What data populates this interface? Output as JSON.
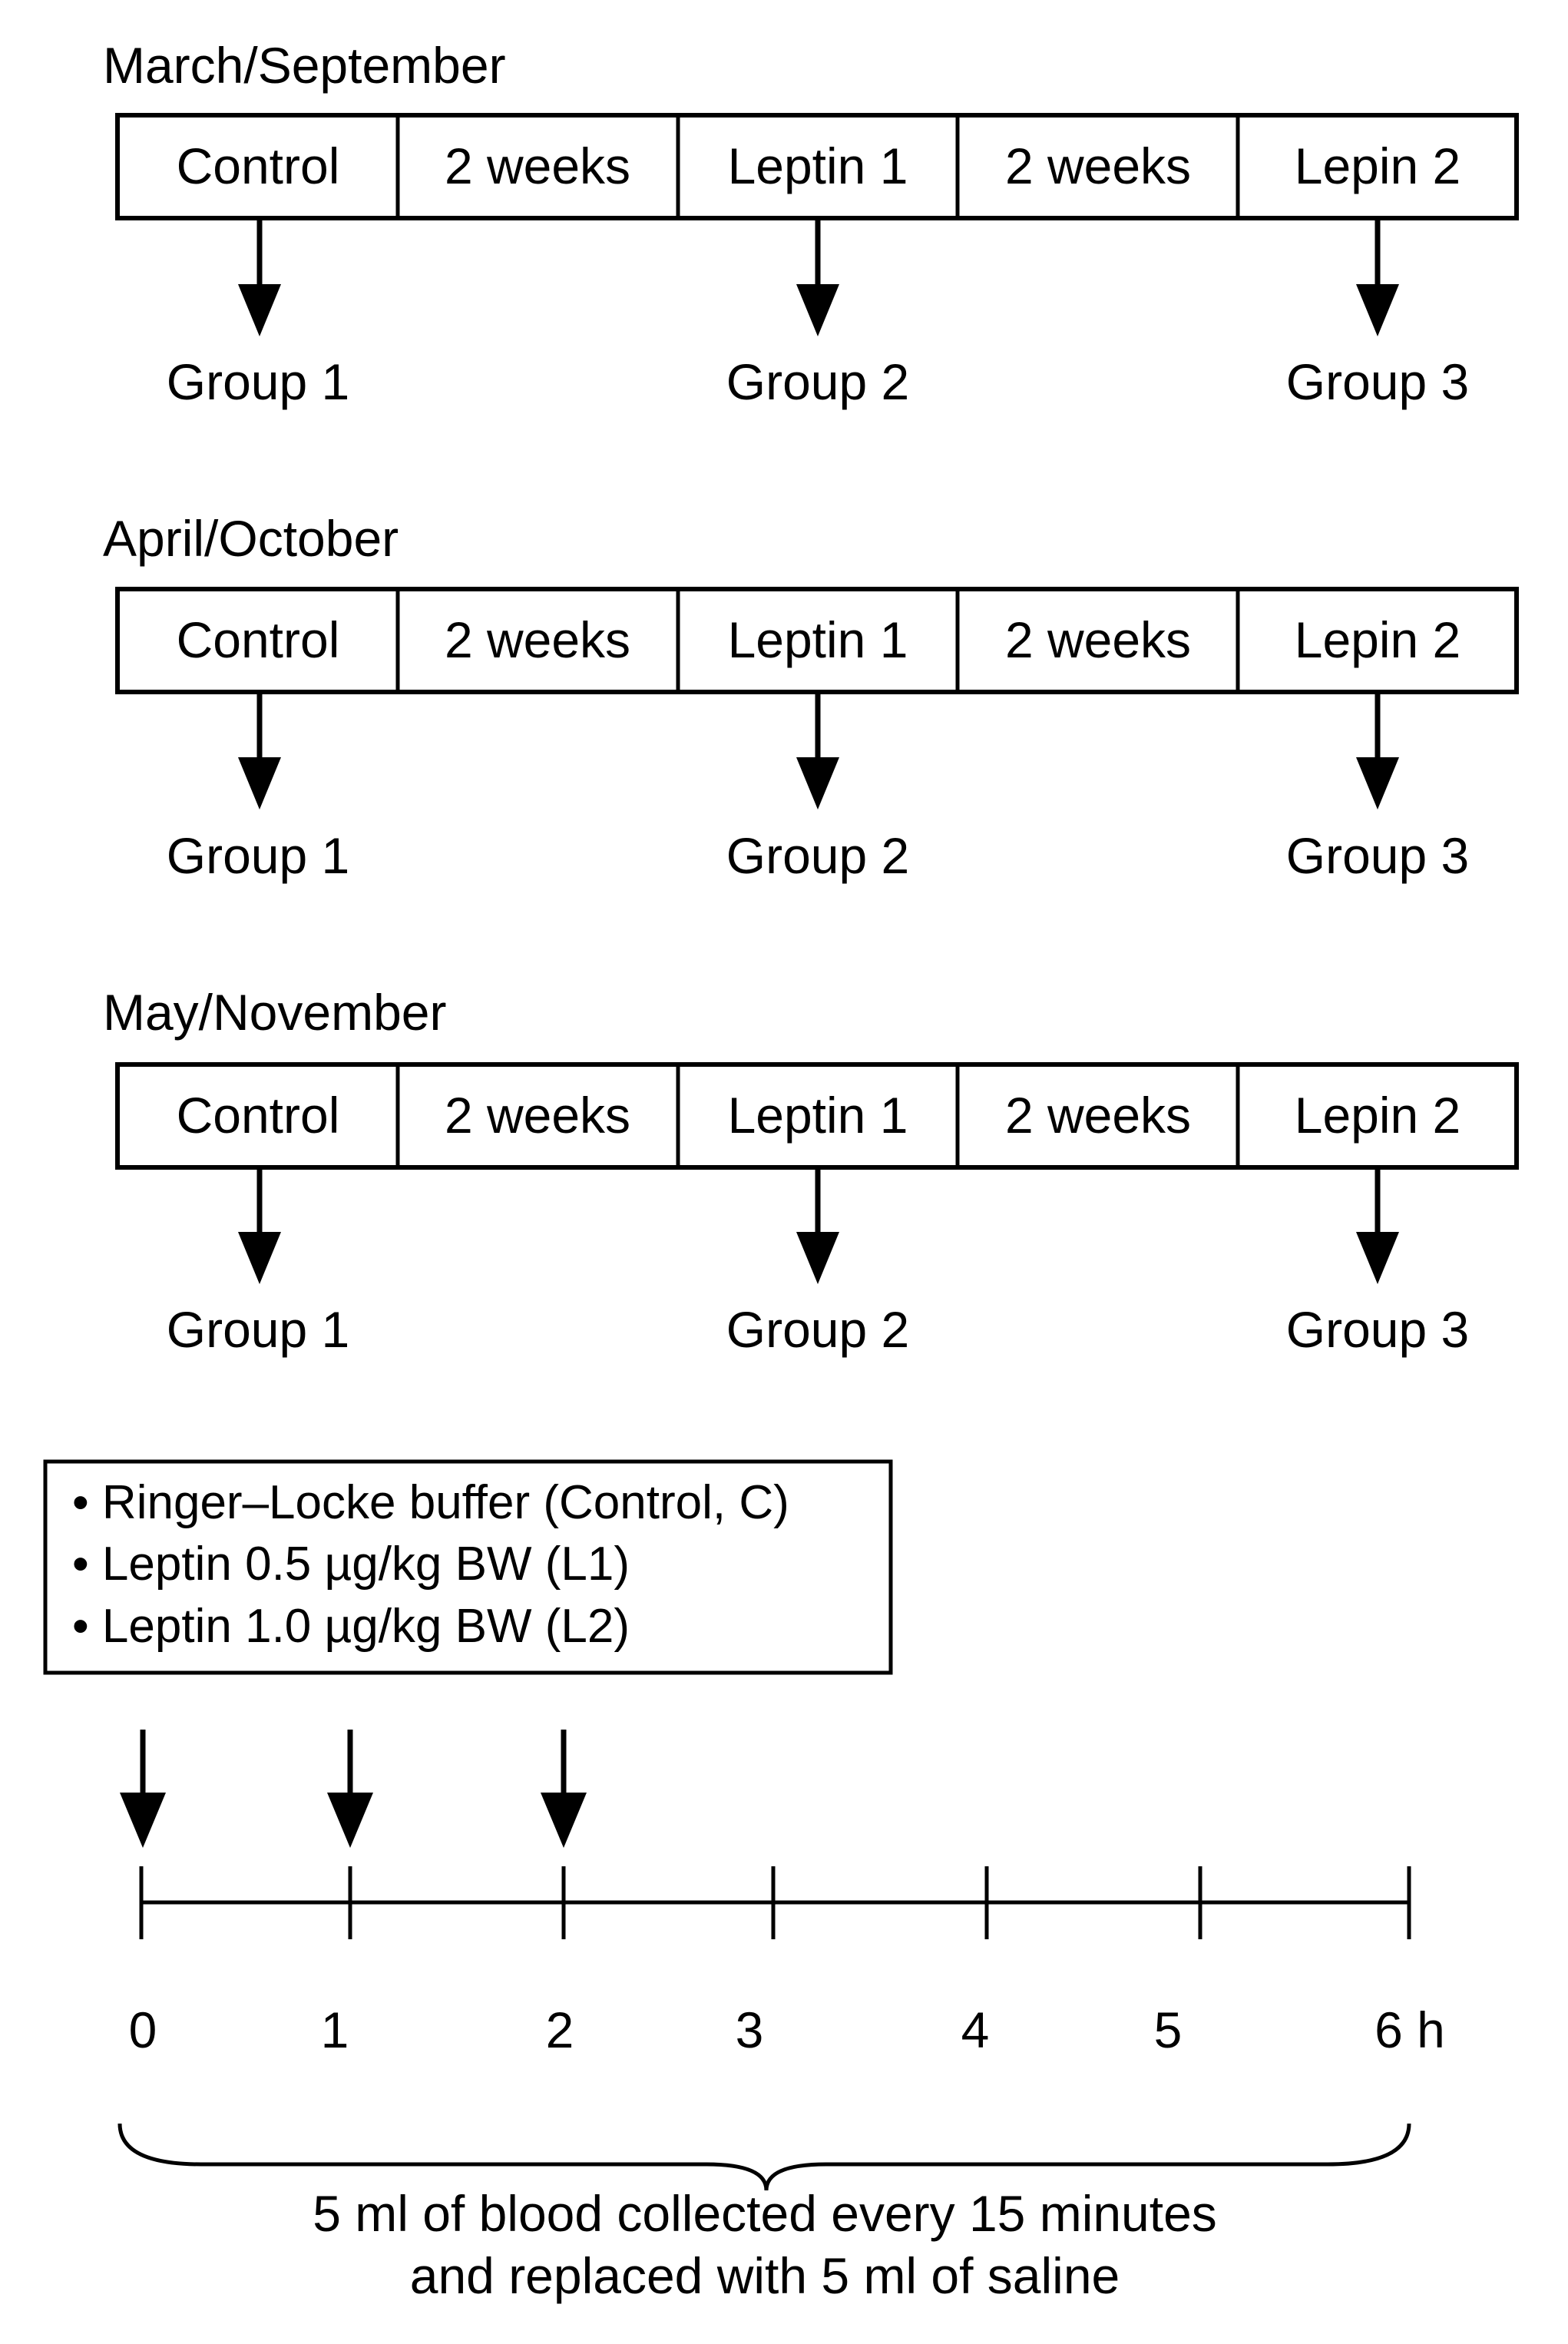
{
  "rows": [
    {
      "title": "March/September",
      "cells": [
        "Control",
        "2 weeks",
        "Leptin 1",
        "2 weeks",
        "Lepin 2"
      ],
      "groups": [
        "Group 1",
        "Group 2",
        "Group 3"
      ]
    },
    {
      "title": "April/October",
      "cells": [
        "Control",
        "2 weeks",
        "Leptin 1",
        "2 weeks",
        "Lepin 2"
      ],
      "groups": [
        "Group 1",
        "Group 2",
        "Group 3"
      ]
    },
    {
      "title": "May/November",
      "cells": [
        "Control",
        "2 weeks",
        "Leptin 1",
        "2 weeks",
        "Lepin 2"
      ],
      "groups": [
        "Group 1",
        "Group 2",
        "Group 3"
      ]
    }
  ],
  "legend": [
    "• Ringer–Locke buffer  (Control, C)",
    "• Leptin 0.5 µg/kg BW (L1)",
    "• Leptin 1.0 µg/kg BW (L2)"
  ],
  "timeline": {
    "ticks": [
      "0",
      "1",
      "2",
      "3",
      "4",
      "5",
      "6 h"
    ],
    "caption_line1": "5 ml of blood collected every 15 minutes",
    "caption_line2": "and replaced with 5 ml of saline"
  }
}
